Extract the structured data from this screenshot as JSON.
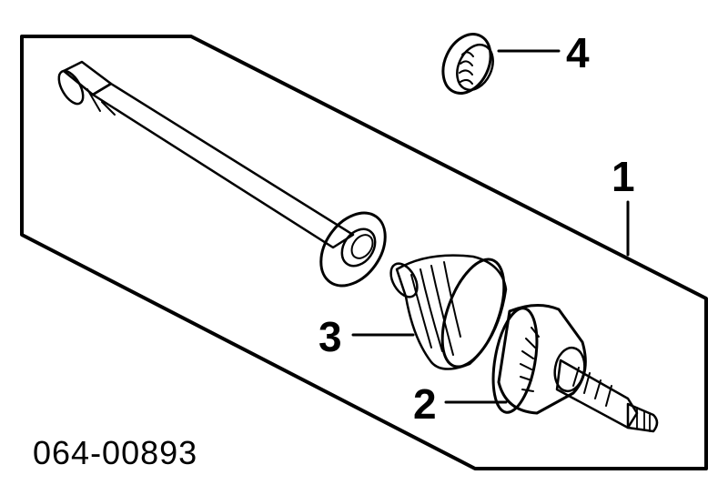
{
  "diagram": {
    "callouts": [
      {
        "id": "1",
        "label": "1"
      },
      {
        "id": "2",
        "label": "2"
      },
      {
        "id": "3",
        "label": "3"
      },
      {
        "id": "4",
        "label": "4"
      }
    ],
    "part_code": "064-00893"
  },
  "colors": {
    "ink": "#000000",
    "background": "#ffffff"
  }
}
